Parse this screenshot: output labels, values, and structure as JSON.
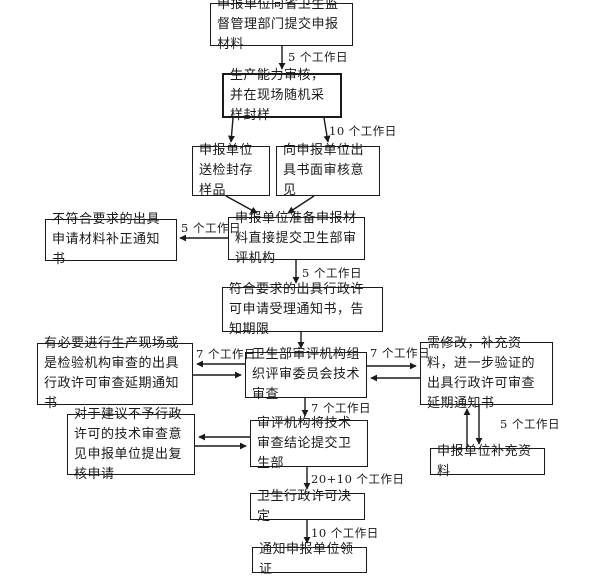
{
  "diagram": {
    "background_color": "#ffffff",
    "line_color": "#1a1a1a",
    "nodes": [
      {
        "id": "submit-materials",
        "text": "申报单位向省卫生监督管理部门提交申报材料"
      },
      {
        "id": "capacity-review",
        "text": "生产能力审核，并在现场随机采样封样"
      },
      {
        "id": "send-samples",
        "text": "申报单位送检封存样品"
      },
      {
        "id": "written-opinion",
        "text": "向申报单位出具书面审核意见"
      },
      {
        "id": "correction-notice",
        "text": "不符合要求的出具申请材料补正通知书"
      },
      {
        "id": "prepare-materials",
        "text": "申报单位准备申报材料直接提交卫生部审评机构"
      },
      {
        "id": "acceptance-notice",
        "text": "符合要求的出具行政许可申请受理通知书，告知期限"
      },
      {
        "id": "site-review-delay",
        "text": "有必要进行生产现场或是检验机构审查的出具行政许可审查延期通知书"
      },
      {
        "id": "technical-review",
        "text": "卫生部审评机构组织评审委员会技术审查"
      },
      {
        "id": "supplement-delay",
        "text": "需修改，补充资料，进一步验证的出具行政许可审查延期通知书"
      },
      {
        "id": "recheck-request",
        "text": "对于建议不予行政许可的技术审查意见申报单位提出复核申请"
      },
      {
        "id": "submit-conclusion",
        "text": "审评机构将技术审查结论提交卫生部"
      },
      {
        "id": "supplement-materials",
        "text": "申报单位补充资料"
      },
      {
        "id": "license-decision",
        "text": "卫生行政许可决定"
      },
      {
        "id": "notify-certificate",
        "text": "通知申报单位领证"
      }
    ],
    "edge_labels": [
      {
        "id": "submit-to-review-days",
        "text": "5 个工作日"
      },
      {
        "id": "review-to-opinion-days",
        "text": "10 个工作日"
      },
      {
        "id": "correction-days",
        "text": "5 个工作日"
      },
      {
        "id": "prepare-to-accept-days",
        "text": "5 个工作日"
      },
      {
        "id": "delay-left-days",
        "text": "7 个工作日"
      },
      {
        "id": "delay-right-days",
        "text": "7 个工作日"
      },
      {
        "id": "review-to-conclusion-days",
        "text": "7 个工作日"
      },
      {
        "id": "supplement-days",
        "text": "5 个工作日"
      },
      {
        "id": "decision-days",
        "text": "20+10 个工作日"
      },
      {
        "id": "certificate-days",
        "text": "10 个工作日"
      }
    ]
  }
}
